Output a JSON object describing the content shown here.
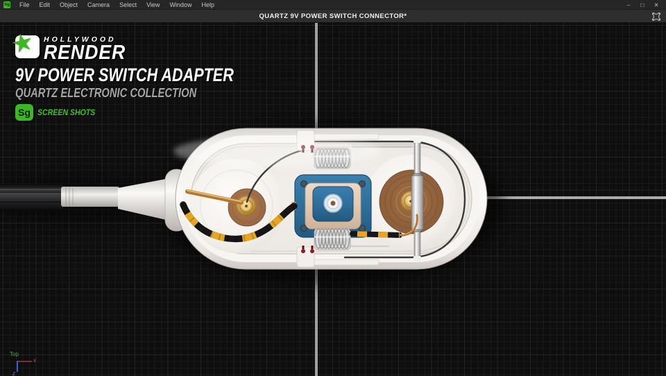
{
  "window": {
    "app_icon_label": "Sg",
    "menu_items": [
      "File",
      "Edit",
      "Object",
      "Camera",
      "Select",
      "View",
      "Window",
      "Help"
    ],
    "controls": {
      "minimize": "–",
      "maximize": "□",
      "close": "✕"
    },
    "document_title": "QUARTZ 9V POWER SWITCH CONNECTOR*"
  },
  "overlay": {
    "brand_line1": "HOLLYWOOD",
    "brand_line2": "RENDER",
    "star_glyph": "★",
    "headline": "9V POWER SWITCH ADAPTER",
    "subheadline": "QUARTZ ELECTRONIC COLLECTION",
    "badge_text": "Sg",
    "badge_caption": "SCREEN SHOTS"
  },
  "viewport": {
    "view_label": "Top",
    "axis_labels": {
      "x": "x",
      "z": "z"
    },
    "scene_object": "9V power switch adapter cutaway render"
  },
  "icons": {
    "app_icon": "Sg-logo",
    "minimize": "minimize-icon",
    "maximize": "maximize-icon",
    "close": "close-icon",
    "capture": "capture-frame-icon"
  },
  "colors": {
    "brand_green": "#3cb822",
    "menu_bar_bg": "#262626",
    "title_bar_bg": "#2e2e2e",
    "viewport_bg": "#0e0e0f",
    "grid_minor": "#19191a",
    "grid_major": "#232324",
    "axis_crosshair": "#a6a6a6",
    "gizmo_x_red": "#7a2f33",
    "gizmo_z_blue": "#3f5fd0",
    "shell_white": "#f5f3f0",
    "copper_disc": "#9a6a44",
    "module_blue": "#2e6f9b",
    "cable_yellow": "#e6a61e"
  }
}
